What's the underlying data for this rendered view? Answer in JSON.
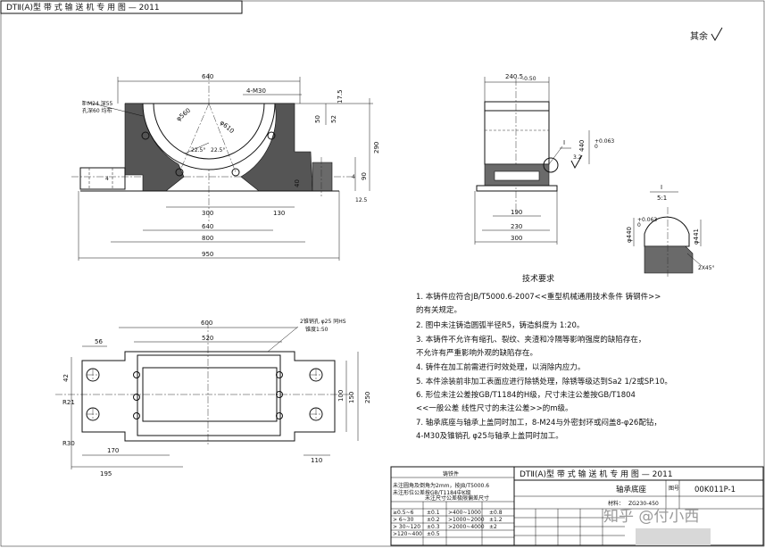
{
  "header": {
    "title": "DTⅡ(A)型 带 式 输 送 机 专 用 图 — 2011"
  },
  "roughness_note": "其余",
  "front_view": {
    "dims": [
      "640",
      "4-M30",
      "17.5",
      "50",
      "52",
      "290",
      "8-M24 深55",
      "孔深60 均布",
      "φ560",
      "φ610",
      "22.5°",
      "22.5°",
      "4",
      "4",
      "40",
      "90",
      "12.5",
      "300",
      "130",
      "640",
      "800",
      "950"
    ]
  },
  "side_view": {
    "dims": [
      "240.5",
      "-0.50",
      "440",
      "+0.063",
      "0",
      "3.2",
      "I",
      "190",
      "230",
      "300"
    ]
  },
  "detail": {
    "label_top": "I",
    "label_bottom": "5:1",
    "dims": [
      "φ440",
      "+0.063",
      "0",
      "φ441",
      "2X45°"
    ]
  },
  "plan_view": {
    "dims": [
      "600",
      "520",
      "56",
      "42",
      "R21",
      "R30",
      "170",
      "195",
      "110",
      "100",
      "150",
      "250"
    ],
    "note_line1": "2锥销孔 φ25 同HS",
    "note_line2": "锥度1:50"
  },
  "tech_requirements": {
    "heading": "技术要求",
    "items": [
      "1. 本铸件应符合JB/T5000.6-2007<<重型机械通用技术条件 铸钢件>>",
      "    的有关规定。",
      "2. 图中未注铸造圆弧半径R5，铸造斜度为 1:20。",
      "3. 本铸件不允许有缩孔、裂纹、夹渣和冷隔等影响强度的缺陷存在，",
      "    不允许有严重影响外观的缺陷存在。",
      "4. 铸件在加工前需进行时效处理，以消除内应力。",
      "5. 本件涂装前非加工表面应进行除锈处理，除锈等级达到Sa2 1/2或SP.10。",
      "6. 形位未注公差按GB/T1184的H级，尺寸未注公差按GB/T1804",
      "    <<一般公差  线性尺寸的未注公差>>的m级。",
      "7. 轴承底座与轴承上盖同时加工，8-M24与外密封环或闷盖8-φ26配钻，",
      "    4-M30及锥销孔 φ25与轴承上盖同时加工。"
    ]
  },
  "title_block": {
    "title": "DTⅡ(A)型 带 式 输 送 机 专 用 图 — 2011",
    "part_name": "轴承底座",
    "code_label": "图号",
    "code": "00K011P-1",
    "material_label": "材料：",
    "material": "ZG230-450",
    "small_table_heading": "铸铁件",
    "small_table_note1": "未注圆角及倒角为2mm，按JB/T5000.6",
    "small_table_note2": "未注形位公差按GB/T1184中K级",
    "small_table_caption": "未注尺寸公差极限偏差尺寸",
    "small_rows": [
      [
        "≥0.5~6",
        "±0.1",
        ">400~1000",
        "±0.8"
      ],
      [
        "> 6~30",
        "±0.2",
        ">1000~2000",
        "±1.2"
      ],
      [
        "> 30~120",
        "±0.3",
        ">2000~4000",
        "±2"
      ],
      [
        ">120~400",
        "±0.5",
        "",
        ""
      ]
    ]
  },
  "watermark": "知乎 @付小西"
}
